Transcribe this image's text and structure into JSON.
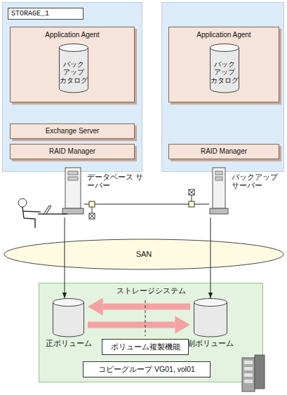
{
  "diagram": {
    "nodes": [
      {
        "text": [
          "STORAGE_1"
        ]
      },
      {
        "text": [
          "Application Agent"
        ],
        "in": 0
      },
      {
        "text": [
          "バック アップ カタログ"
        ],
        "in": 1
      },
      {
        "text": [
          "Exchange Server"
        ],
        "in": 0
      },
      {
        "text": [
          "RAID Manager"
        ],
        "in": 0
      },
      {
        "text": []
      },
      {
        "text": [
          "Application Agent"
        ],
        "in": 5
      },
      {
        "text": [
          "バック アップ カタログ"
        ],
        "in": 6
      },
      {
        "text": [
          "RAID Manager"
        ],
        "in": 5
      },
      {
        "text": [
          "データベース サーバー"
        ]
      },
      {
        "text": [
          "バックアップ サーバー"
        ]
      },
      {
        "text": [
          "SAN"
        ]
      },
      {
        "text": [
          "ストレージシステム"
        ]
      },
      {
        "text": [
          "正ボリューム"
        ],
        "in": 12
      },
      {
        "text": [
          "副ボリューム"
        ],
        "in": 12
      },
      {
        "text": [
          "ボリューム複製機能"
        ],
        "in": 12
      },
      {
        "text": [
          "コピーグループ VG01, vol01"
        ],
        "in": 12
      }
    ],
    "edges": [
      {
        "from": 9,
        "to": 13,
        "arrow": "to"
      },
      {
        "from": 10,
        "to": 14,
        "arrow": "to"
      },
      {
        "from": 9,
        "to": 10,
        "arrow": "none"
      },
      {
        "from": 14,
        "to": 13,
        "arrow": "to"
      },
      {
        "from": 13,
        "to": 14,
        "arrow": "to"
      }
    ]
  }
}
